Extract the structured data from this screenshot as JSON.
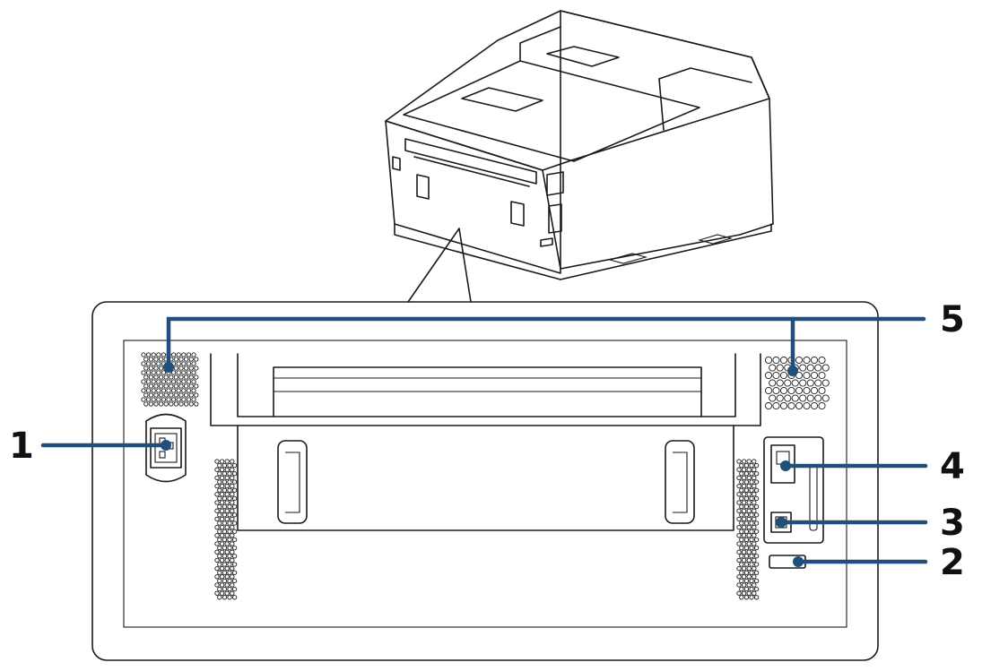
{
  "diagram": {
    "callouts": [
      {
        "id": "1",
        "label": "1",
        "part": "power-inlet"
      },
      {
        "id": "2",
        "label": "2",
        "part": "security-slot"
      },
      {
        "id": "3",
        "label": "3",
        "part": "usb-port"
      },
      {
        "id": "4",
        "label": "4",
        "part": "lan-port"
      },
      {
        "id": "5",
        "label": "5",
        "part": "vents"
      }
    ],
    "colors": {
      "leader": "#1f4f7a",
      "outline": "#1a1a1a",
      "background": "#ffffff"
    }
  }
}
